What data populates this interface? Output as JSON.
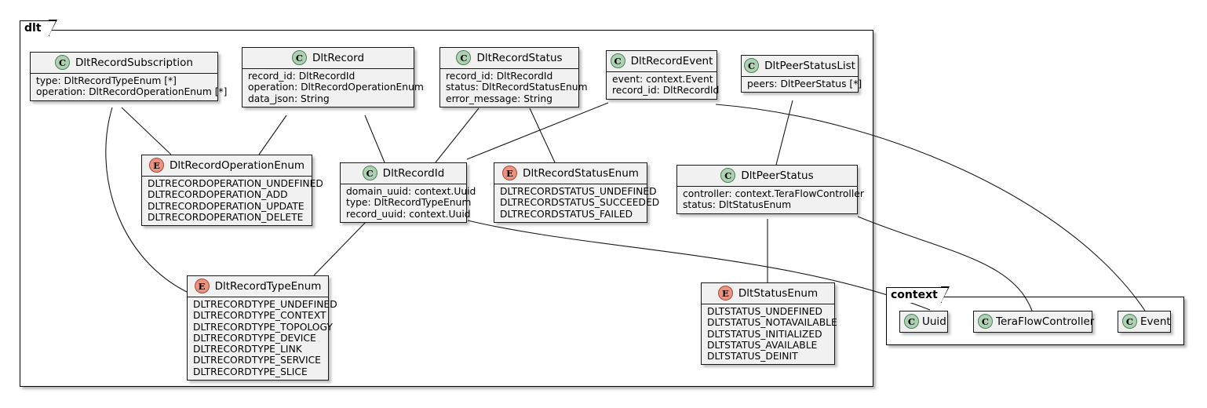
{
  "diagram": {
    "type": "uml-class-diagram",
    "packages": [
      {
        "id": "dlt",
        "label": "dlt"
      },
      {
        "id": "context",
        "label": "context"
      }
    ]
  },
  "nodes": {
    "dlt_record_subscription": {
      "name": "DltRecordSubscription",
      "stereotype": "C",
      "attributes": [
        "type: DltRecordTypeEnum [*]",
        "operation: DltRecordOperationEnum [*]"
      ]
    },
    "dlt_record": {
      "name": "DltRecord",
      "stereotype": "C",
      "attributes": [
        "record_id: DltRecordId",
        "operation: DltRecordOperationEnum",
        "data_json: String"
      ]
    },
    "dlt_record_status": {
      "name": "DltRecordStatus",
      "stereotype": "C",
      "attributes": [
        "record_id: DltRecordId",
        "status: DltRecordStatusEnum",
        "error_message: String"
      ]
    },
    "dlt_record_event": {
      "name": "DltRecordEvent",
      "stereotype": "C",
      "attributes": [
        "event: context.Event",
        "record_id: DltRecordId"
      ]
    },
    "dlt_peer_status_list": {
      "name": "DltPeerStatusList",
      "stereotype": "C",
      "attributes": [
        "peers: DltPeerStatus [*]"
      ]
    },
    "dlt_record_operation_enum": {
      "name": "DltRecordOperationEnum",
      "stereotype": "E",
      "attributes": [
        "DLTRECORDOPERATION_UNDEFINED",
        "DLTRECORDOPERATION_ADD",
        "DLTRECORDOPERATION_UPDATE",
        "DLTRECORDOPERATION_DELETE"
      ]
    },
    "dlt_record_id": {
      "name": "DltRecordId",
      "stereotype": "C",
      "attributes": [
        "domain_uuid: context.Uuid",
        "type: DltRecordTypeEnum",
        "record_uuid: context.Uuid"
      ]
    },
    "dlt_record_status_enum": {
      "name": "DltRecordStatusEnum",
      "stereotype": "E",
      "attributes": [
        "DLTRECORDSTATUS_UNDEFINED",
        "DLTRECORDSTATUS_SUCCEEDED",
        "DLTRECORDSTATUS_FAILED"
      ]
    },
    "dlt_peer_status": {
      "name": "DltPeerStatus",
      "stereotype": "C",
      "attributes": [
        "controller: context.TeraFlowController",
        "status: DltStatusEnum"
      ]
    },
    "dlt_record_type_enum": {
      "name": "DltRecordTypeEnum",
      "stereotype": "E",
      "attributes": [
        "DLTRECORDTYPE_UNDEFINED",
        "DLTRECORDTYPE_CONTEXT",
        "DLTRECORDTYPE_TOPOLOGY",
        "DLTRECORDTYPE_DEVICE",
        "DLTRECORDTYPE_LINK",
        "DLTRECORDTYPE_SERVICE",
        "DLTRECORDTYPE_SLICE"
      ]
    },
    "dlt_status_enum": {
      "name": "DltStatusEnum",
      "stereotype": "E",
      "attributes": [
        "DLTSTATUS_UNDEFINED",
        "DLTSTATUS_NOTAVAILABLE",
        "DLTSTATUS_INITIALIZED",
        "DLTSTATUS_AVAILABLE",
        "DLTSTATUS_DEINIT"
      ]
    },
    "context_uuid": {
      "name": "Uuid",
      "stereotype": "C",
      "attributes": []
    },
    "context_teraflowcontroller": {
      "name": "TeraFlowController",
      "stereotype": "C",
      "attributes": []
    },
    "context_event": {
      "name": "Event",
      "stereotype": "C",
      "attributes": []
    }
  },
  "colors": {
    "class_fill": "#ADD1B2",
    "enum_fill": "#EB937F",
    "node_bg": "#F1F1F1",
    "border": "#181818",
    "background": "#FFFFFF"
  }
}
